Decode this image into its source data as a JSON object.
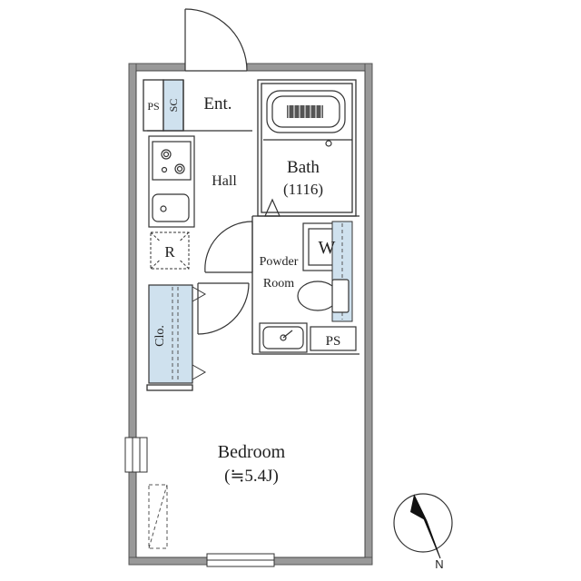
{
  "rooms": {
    "entrance": "Ent.",
    "hall": "Hall",
    "bath": "Bath",
    "bath_size": "(1116)",
    "powder_line1": "Powder",
    "powder_line2": "Room",
    "bedroom": "Bedroom",
    "bedroom_size": "(≒5.4J)"
  },
  "fixtures": {
    "ps_top": "PS",
    "sc": "SC",
    "refrigerator": "R",
    "closet": "Clo.",
    "washer": "W",
    "ps_bottom": "PS"
  },
  "compass": {
    "north": "N"
  },
  "colors": {
    "wall": "#999999",
    "wall_edge": "#555555",
    "storage": "#cfe1ee",
    "line": "#333333"
  }
}
